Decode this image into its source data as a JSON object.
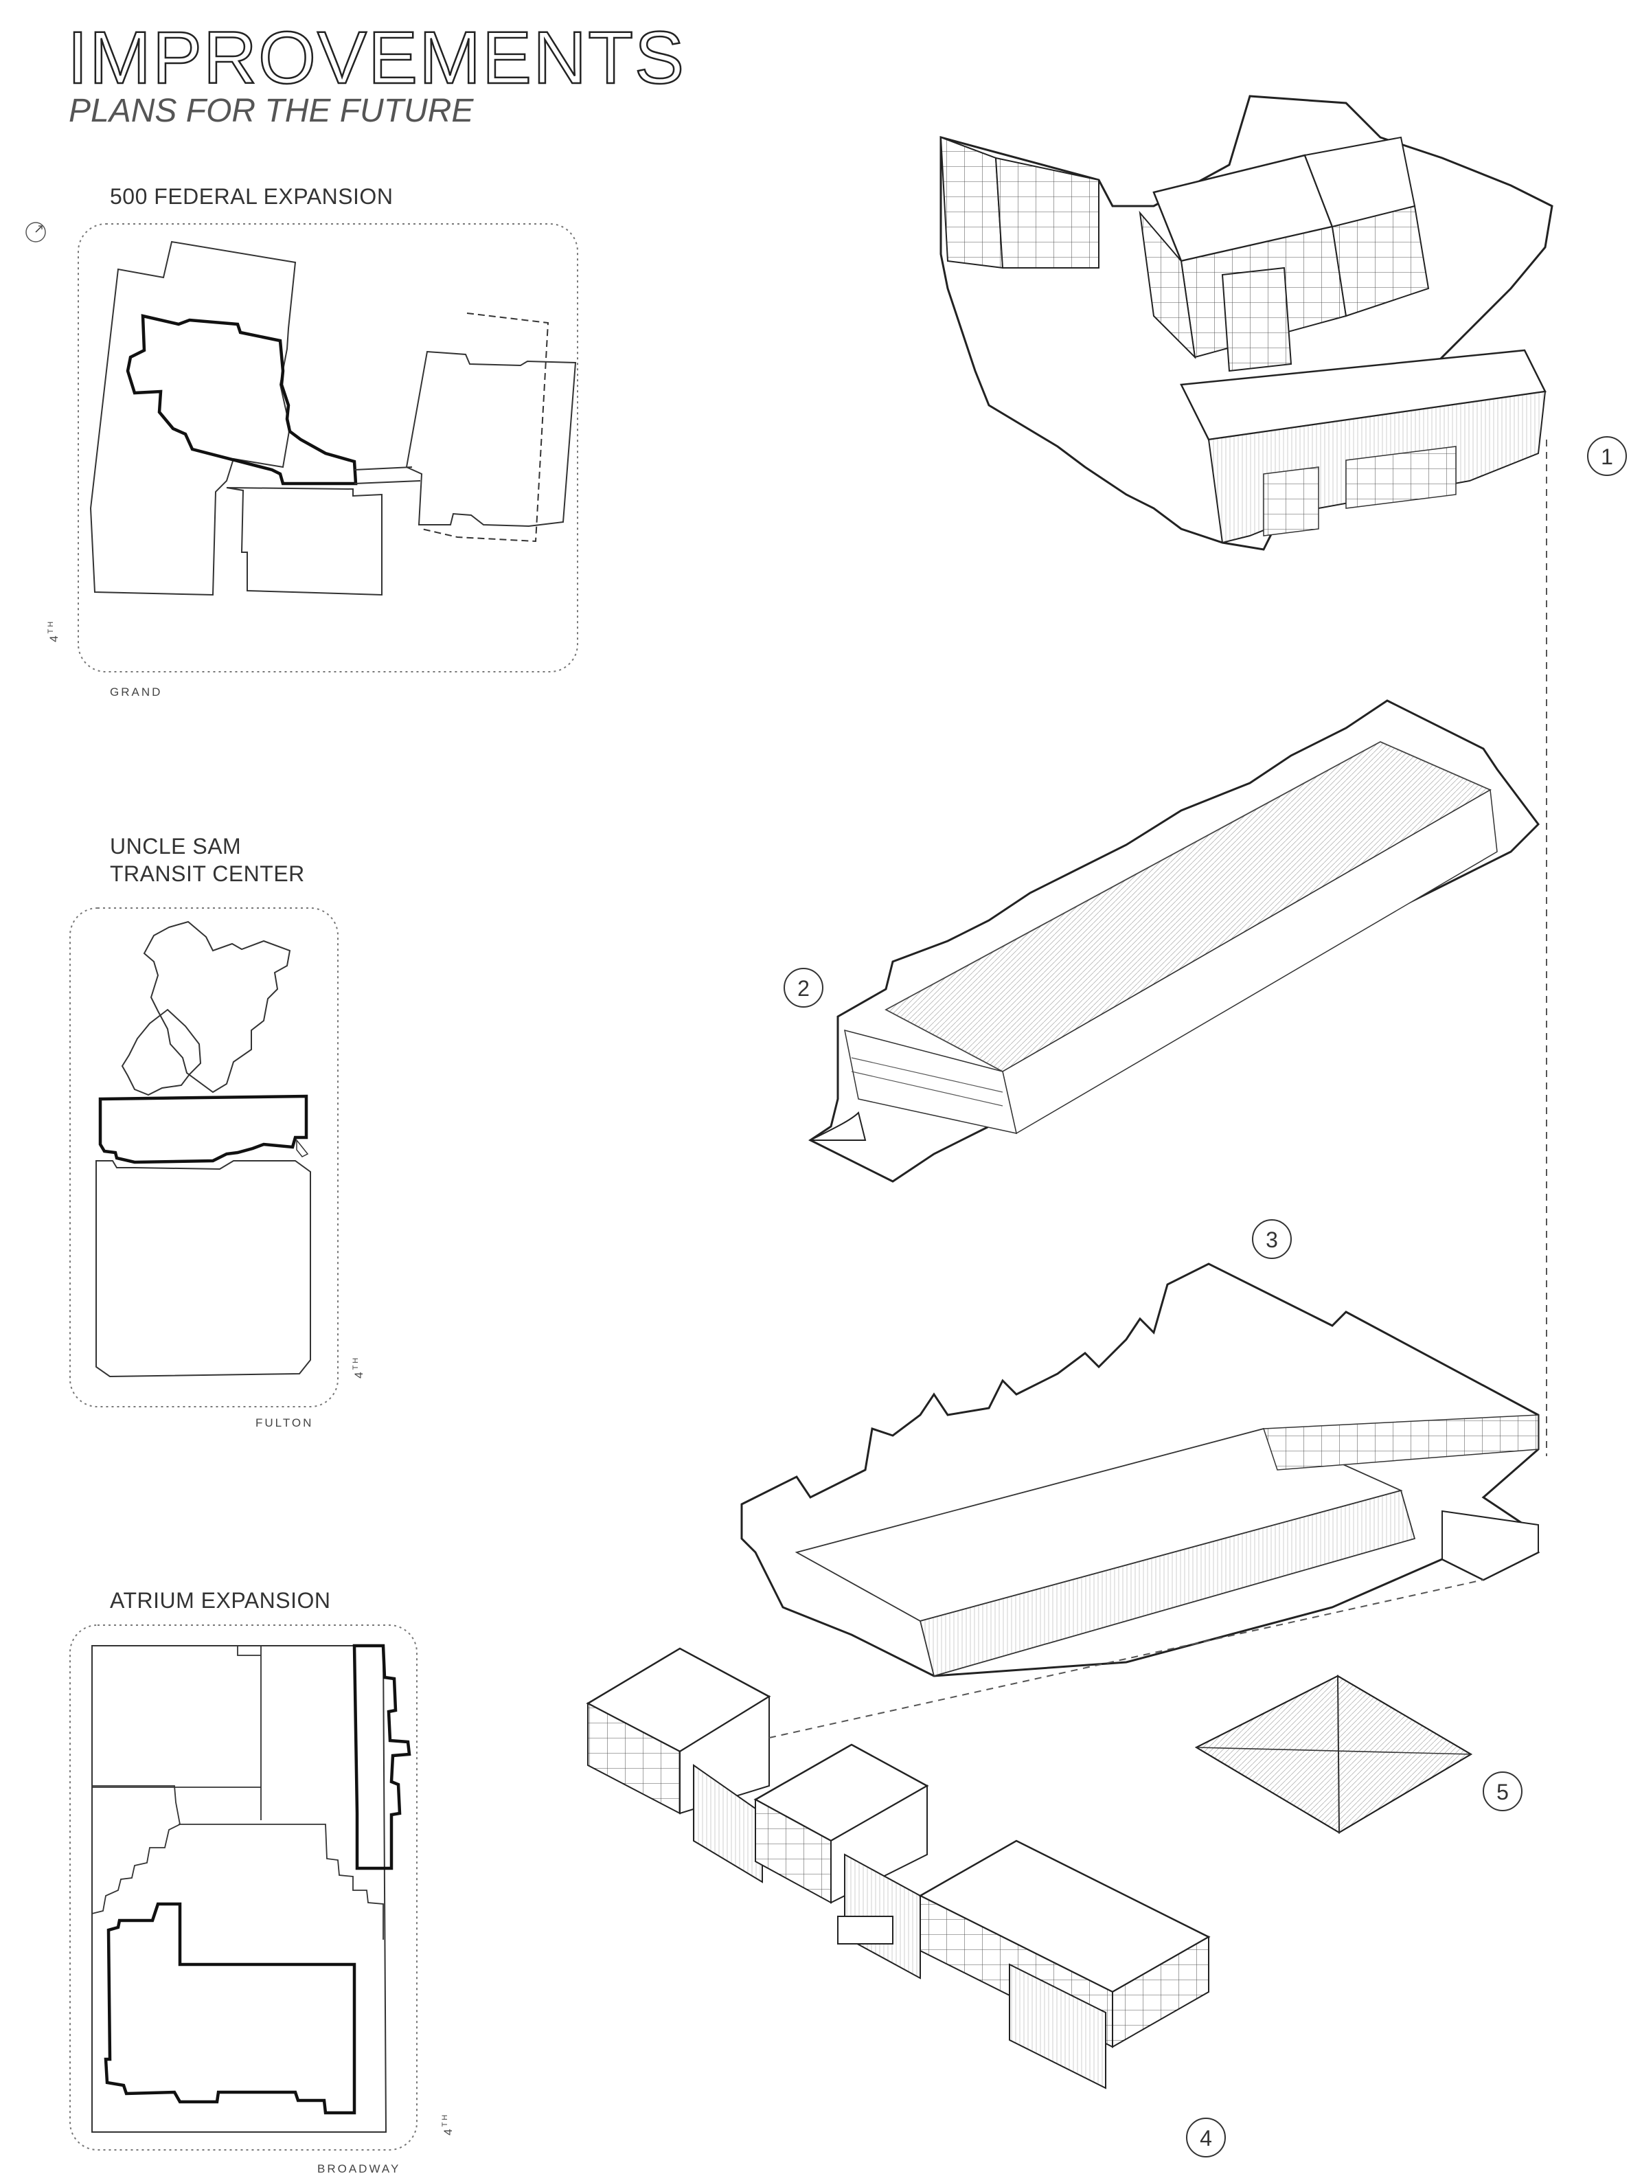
{
  "header": {
    "title": "IMPROVEMENTS",
    "subtitle": "PLANS FOR THE FUTURE"
  },
  "sites": [
    {
      "title": "500 FEDERAL EXPANSION",
      "street_bottom": "GRAND",
      "street_side": "4",
      "street_side_sup": "TH"
    },
    {
      "title_line1": "UNCLE SAM",
      "title_line2": "TRANSIT CENTER",
      "street_bottom": "FULTON",
      "street_side": "4",
      "street_side_sup": "TH"
    },
    {
      "title": "ATRIUM EXPANSION",
      "street_bottom": "BROADWAY",
      "street_side": "4",
      "street_side_sup": "TH"
    }
  ],
  "callouts": [
    "1",
    "2",
    "3",
    "4",
    "5"
  ],
  "icons": {
    "north_arrow": "north-arrow-icon"
  }
}
